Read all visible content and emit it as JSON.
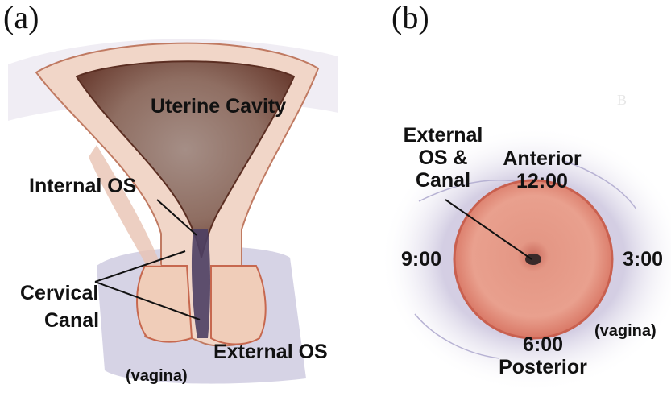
{
  "panels": {
    "a": {
      "letter": "(a)"
    },
    "b": {
      "letter": "(b)"
    }
  },
  "labels_a": {
    "uterine_cavity": "Uterine Cavity",
    "internal_os": "Internal OS",
    "cervical": "Cervical",
    "canal": "Canal",
    "external_os": "External OS",
    "vagina": "(vagina)"
  },
  "labels_b": {
    "external": "External",
    "os_and": "OS &",
    "canal": "Canal",
    "anterior": "Anterior",
    "twelve": "12:00",
    "nine": "9:00",
    "three": "3:00",
    "vagina": "(vagina)",
    "six": "6:00",
    "posterior": "Posterior",
    "watermark": "B"
  },
  "colors": {
    "tissue_pink": "#e8b9a6",
    "cavity_brown": "#8a5a4a",
    "cervix_red": "#e07a68",
    "vagina_lavender": "#c9c6dc",
    "line": "#111111"
  }
}
